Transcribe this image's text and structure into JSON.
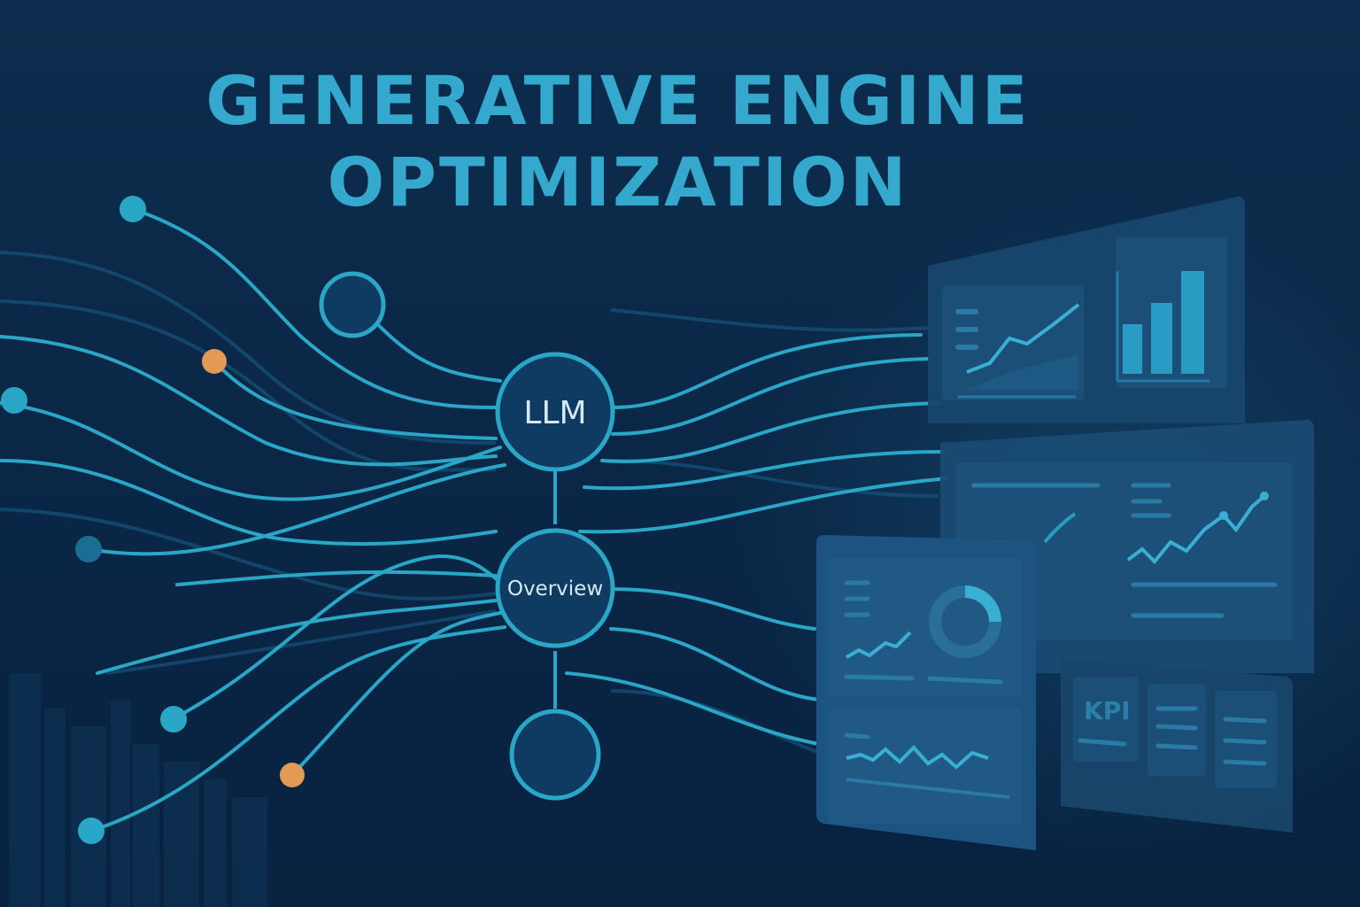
{
  "title": {
    "line1": "GENERATIVE ENGINE",
    "line2": "OPTIMIZATION"
  },
  "nodes": {
    "llm": "LLM",
    "overview": "Overview"
  },
  "dashboard": {
    "kpi_label": "KPI"
  },
  "colors": {
    "background_top": "#0f2f52",
    "background_bottom": "#082241",
    "accent": "#2aa6c7",
    "title": "#33a9cc",
    "node_fill": "#0e3a62",
    "dot_orange": "#e39a55",
    "panel": "#1a4a70"
  }
}
